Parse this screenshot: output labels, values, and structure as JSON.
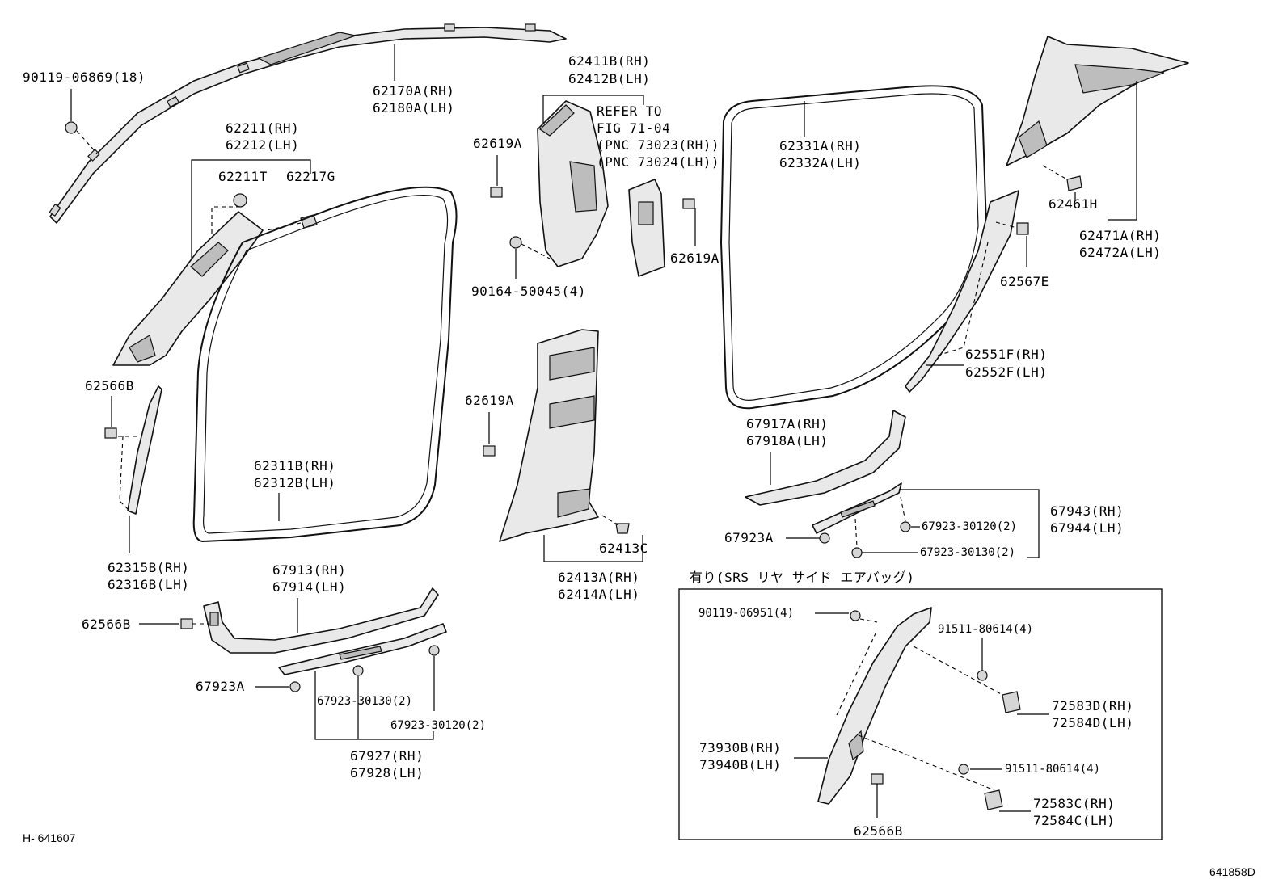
{
  "labels": {
    "l_90119_06869": "90119-06869(18)",
    "l_62170A": "62170A(RH)",
    "l_62180A": "62180A(LH)",
    "l_62211": "62211(RH)",
    "l_62212": "62212(LH)",
    "l_62211T": "62211T",
    "l_62217G": "62217G",
    "l_62566B_a": "62566B",
    "l_62315B": "62315B(RH)",
    "l_62316B": "62316B(LH)",
    "l_62311B": "62311B(RH)",
    "l_62312B": "62312B(LH)",
    "l_62411B": "62411B(RH)",
    "l_62412B": "62412B(LH)",
    "l_refer1": "REFER TO",
    "l_refer2": "FIG 71-04",
    "l_refer3": "(PNC 73023(RH))",
    "l_refer4": "(PNC 73024(LH))",
    "l_62619A_a": "62619A",
    "l_62619A_b": "62619A",
    "l_62619A_c": "62619A",
    "l_90164": "90164-50045(4)",
    "l_62413C": "62413C",
    "l_62413A": "62413A(RH)",
    "l_62414A": "62414A(LH)",
    "l_62331A": "62331A(RH)",
    "l_62332A": "62332A(LH)",
    "l_62461H": "62461H",
    "l_62471A": "62471A(RH)",
    "l_62472A": "62472A(LH)",
    "l_62567E": "62567E",
    "l_62551F": "62551F(RH)",
    "l_62552F": "62552F(LH)",
    "l_67917A": "67917A(RH)",
    "l_67918A": "67918A(LH)",
    "l_67923A_a": "67923A",
    "l_67923_30120_a": "67923-30120(2)",
    "l_67923_30130_a": "67923-30130(2)",
    "l_67943": "67943(RH)",
    "l_67944": "67944(LH)",
    "l_67913": "67913(RH)",
    "l_67914": "67914(LH)",
    "l_62566B_b": "62566B",
    "l_67923A_b": "67923A",
    "l_67923_30130_b": "67923-30130(2)",
    "l_67923_30120_b": "67923-30120(2)",
    "l_67927": "67927(RH)",
    "l_67928": "67928(LH)",
    "l_srs": "有り(SRS リヤ サイド エアバッグ)",
    "l_90119_06951": "90119-06951(4)",
    "l_91511_a": "91511-80614(4)",
    "l_72583D": "72583D(RH)",
    "l_72584D": "72584D(LH)",
    "l_73930B": "73930B(RH)",
    "l_73940B": "73940B(LH)",
    "l_91511_b": "91511-80614(4)",
    "l_72583C": "72583C(RH)",
    "l_72584C": "72584C(LH)",
    "l_62566B_c": "62566B",
    "l_h_id": "H- 641607",
    "l_fig_id": "641858D"
  }
}
